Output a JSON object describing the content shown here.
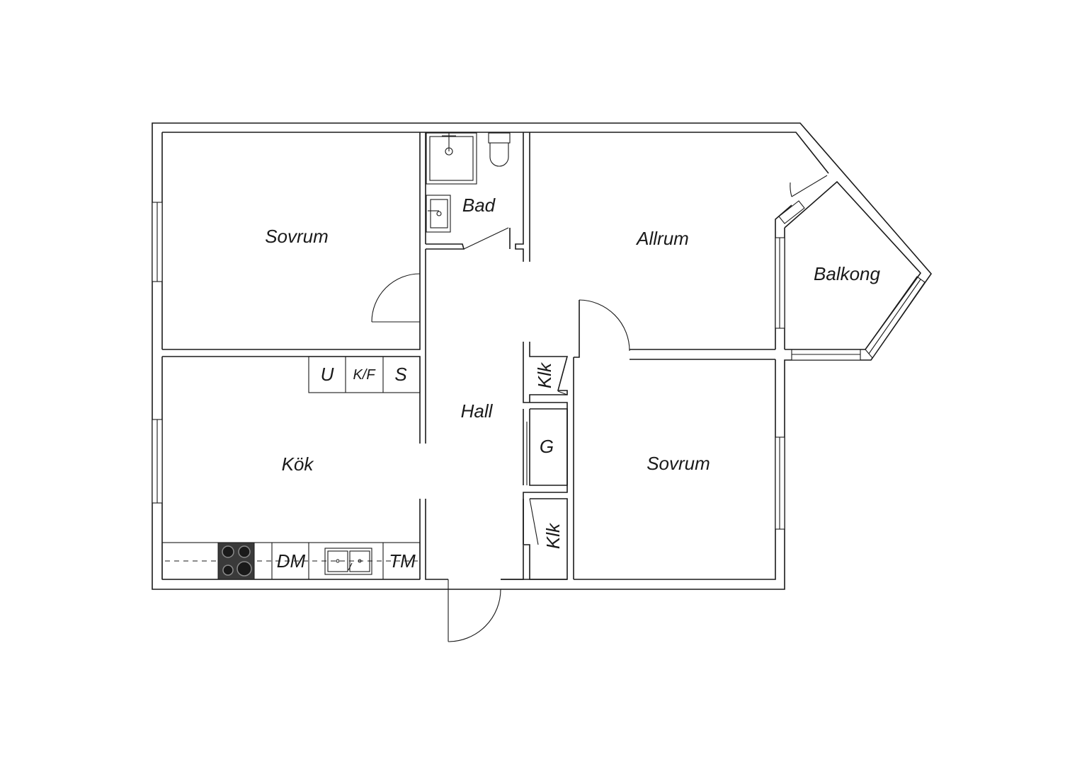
{
  "rooms": {
    "sovrum_1": "Sovrum",
    "bad": "Bad",
    "allrum": "Allrum",
    "balkong": "Balkong",
    "hall": "Hall",
    "kok": "Kök",
    "sovrum_2": "Sovrum",
    "klk_1": "Klk",
    "klk_2": "Klk",
    "g": "G"
  },
  "fixtures": {
    "u": "U",
    "kf": "K/F",
    "s": "S",
    "dm": "DM",
    "tm": "TM"
  },
  "colors": {
    "wall": "#1a1a1a",
    "background": "#ffffff",
    "stove": "#3a3a3a"
  }
}
